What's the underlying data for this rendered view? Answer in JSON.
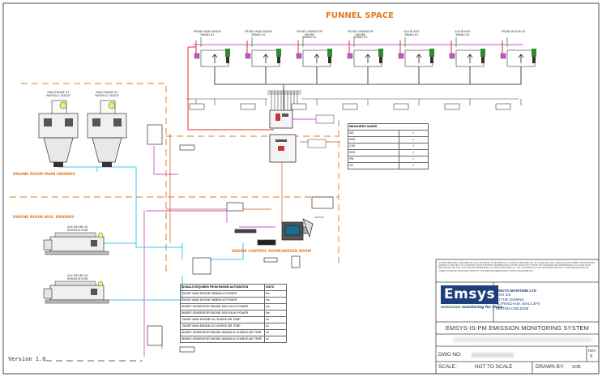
{
  "zones": {
    "funnel_space": "FUNNEL SPACE",
    "engine_room_main": "ENGINE ROOM MAIN ENGINES",
    "engine_room_aux": "ENGINE ROOM AUX. ENGINES",
    "control_room": "ENGINE CONTROL ROOM/SERVER ROOM"
  },
  "main_engines": [
    {
      "line1": "MAIN ENGINE #1",
      "line2": "WARTSILA 7X62DF"
    },
    {
      "line1": "MAIN ENGINE #2",
      "line2": "WARTSILA 7X62DF"
    }
  ],
  "aux_engines": [
    {
      "line1": "AUX ENGINE #1",
      "line2": "HIMSEN 8H35DF"
    },
    {
      "line1": "AUX ENGINE #2",
      "line2": "HIMSEN 8H35DF"
    }
  ],
  "probes": [
    {
      "line1": "PROBE MAIN ENGINE",
      "line2": "BRAND #1"
    },
    {
      "line1": "PROBE MAIN ENGINE",
      "line2": "BRAND #2"
    },
    {
      "line1": "PROBE GENERATOR ENGINE",
      "line2": "BRAND #1"
    },
    {
      "line1": "PROBE GENERATOR ENGINE",
      "line2": "BRAND #2"
    },
    {
      "line1": "AUX BOILER",
      "line2": "BRAND #1"
    },
    {
      "line1": "AUX BOILER",
      "line2": "BRAND #2"
    },
    {
      "line1": "PROBE BOILER #1",
      "line2": ""
    }
  ],
  "measured_gases": {
    "header": "MEASURED GASES",
    "rows": [
      {
        "gas": "NO",
        "check": "✓"
      },
      {
        "gas": "NO2",
        "check": "✓"
      },
      {
        "gas": "CO2",
        "check": "✓"
      },
      {
        "gas": "SO2",
        "check": "✓"
      },
      {
        "gas": "PM",
        "check": "✓"
      },
      {
        "gas": "O2",
        "check": "✓"
      }
    ]
  },
  "signals": {
    "header_left": "SIGNALS REQUIRED FROM ENGINE AUTOMATION",
    "header_right": "UNITS",
    "rows": [
      {
        "label": "7X62DF MAIN ENGINE 9465KW #1 POWER",
        "unit": "Kw"
      },
      {
        "label": "7X62DF MAIN ENGINE 9465KW #2 POWER",
        "unit": "Kw"
      },
      {
        "label": "8H35DF GENERATOR ENGINE 4000 KW #1 POWER",
        "unit": "Kw"
      },
      {
        "label": "8H35DF GENERATOR ENGINE 4000 KW #2 POWER",
        "unit": "Kw"
      },
      {
        "label": "7X62DF MAIN ENGINE #1 CHARGE AIR TEMP",
        "unit": "oC"
      },
      {
        "label": "7X62DF MAIN ENGINE #2 CHARGE AIR TEMP",
        "unit": "oC"
      },
      {
        "label": "8H35DF GENERATOR ENGINE 3840kW #1 CHARGE AIR TEMP",
        "unit": "oC"
      },
      {
        "label": "8H35DF GENERATOR ENGINE 3840kW #2 CHARGE AIR TEMP",
        "unit": "oC"
      }
    ]
  },
  "notice": "THE INFORMATION CONTAINED IN THIS DOCUMENT IS PROPRIETARY TO EMSYS MARITIME LTD. BY ACCEPTING AND USING THIS DOCUMENT THE RECIPIENT AGREES TO PROTECT ITS CONTENTS FROM FURTHER DISSEMINATION. EITHER THAN THAT WITHIN THE ORGANISATION RESPONSIBLE TO ALLOW SUCH INDIVIDUALS WITHOUT THE WRITTEN PERMISSION OF EMSYS MARITIME LTD. THE CONTENTS OF THIS DOCUMENT ARE NOT TO BE REPRODUCED OR COPIED IN WHOLE OR IN PART WITHOUT THE WRITTEN PERMISSION OF EMSYS MARITIME LTD.",
  "logo": {
    "word": "Emsys",
    "tag_prefix": "emissions",
    "tag_suffix": " monitoring for ships"
  },
  "company": {
    "name": "EMSYS MARITIME LTD",
    "address": [
      "UNIT 2/3",
      "30 THE DOWNS,",
      "ALTRINCHAM, WA14 2PX",
      "UNITED KINGDOM"
    ]
  },
  "title_block": {
    "title": "EMSYS-IS-PM EMISSION MONITORING SYSTEM",
    "dwg_label": "DWG NO:",
    "rev_label": "REV",
    "rev_value": "B",
    "scale_label": "SCALE :",
    "scale_value": "NOT TO SCALE",
    "drawn_label": "DRAWN BY:",
    "drawn_value": "SOB"
  },
  "version": "Version 1.0",
  "colors": {
    "orange": "#e07a1f",
    "red": "#e0302e",
    "cyan": "#3cc8e8",
    "magenta": "#d14fd1",
    "green": "#2e8b2e",
    "grey": "#7a7a7a",
    "title_blue": "#1d3f7a"
  }
}
